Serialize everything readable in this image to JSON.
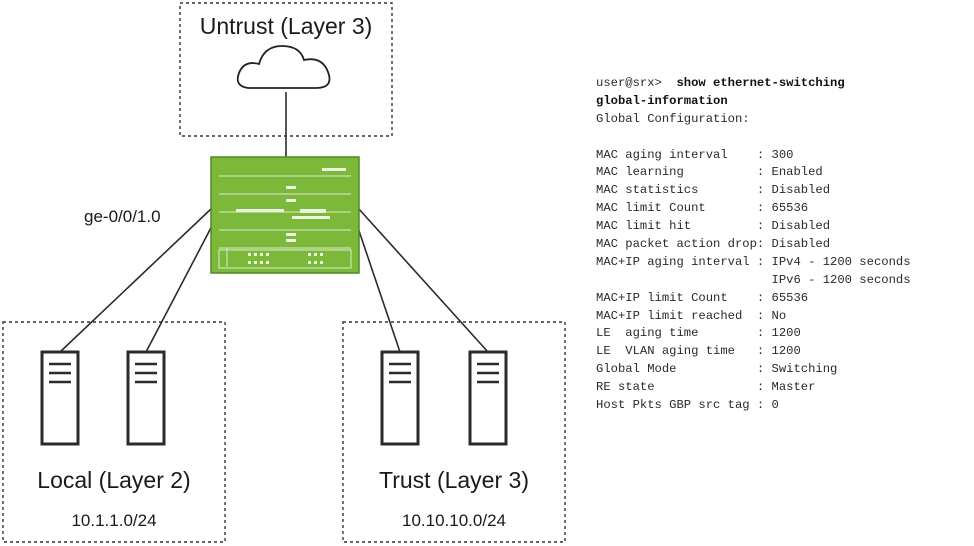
{
  "diagram": {
    "zones": {
      "untrust": {
        "label": "Untrust (Layer 3)"
      },
      "local": {
        "label": "Local (Layer 2)",
        "subnet": "10.1.1.0/24"
      },
      "trust": {
        "label": "Trust (Layer 3)",
        "subnet": "10.10.10.0/24"
      }
    },
    "interface_label": "ge-0/0/1.0",
    "device_color": "#7cb83a"
  },
  "cli": {
    "prompt": "user@srx>",
    "command_line1": "show ethernet-switching",
    "command_line2": "global-information",
    "header": "Global Configuration:",
    "rows": [
      {
        "key": "MAC aging interval    ",
        "value": "300"
      },
      {
        "key": "MAC learning          ",
        "value": "Enabled"
      },
      {
        "key": "MAC statistics        ",
        "value": "Disabled"
      },
      {
        "key": "MAC limit Count       ",
        "value": "65536"
      },
      {
        "key": "MAC limit hit         ",
        "value": "Disabled"
      },
      {
        "key": "MAC packet action drop",
        "value": "Disabled"
      },
      {
        "key": "MAC+IP aging interval ",
        "value": "IPv4 - 1200 seconds"
      },
      {
        "key": "",
        "value": "IPv6 - 1200 seconds"
      },
      {
        "key": "MAC+IP limit Count    ",
        "value": "65536"
      },
      {
        "key": "MAC+IP limit reached  ",
        "value": "No"
      },
      {
        "key": "LE  aging time        ",
        "value": "1200"
      },
      {
        "key": "LE  VLAN aging time   ",
        "value": "1200"
      },
      {
        "key": "Global Mode           ",
        "value": "Switching"
      },
      {
        "key": "RE state              ",
        "value": "Master"
      },
      {
        "key": "Host Pkts GBP src tag ",
        "value": "0"
      }
    ]
  }
}
